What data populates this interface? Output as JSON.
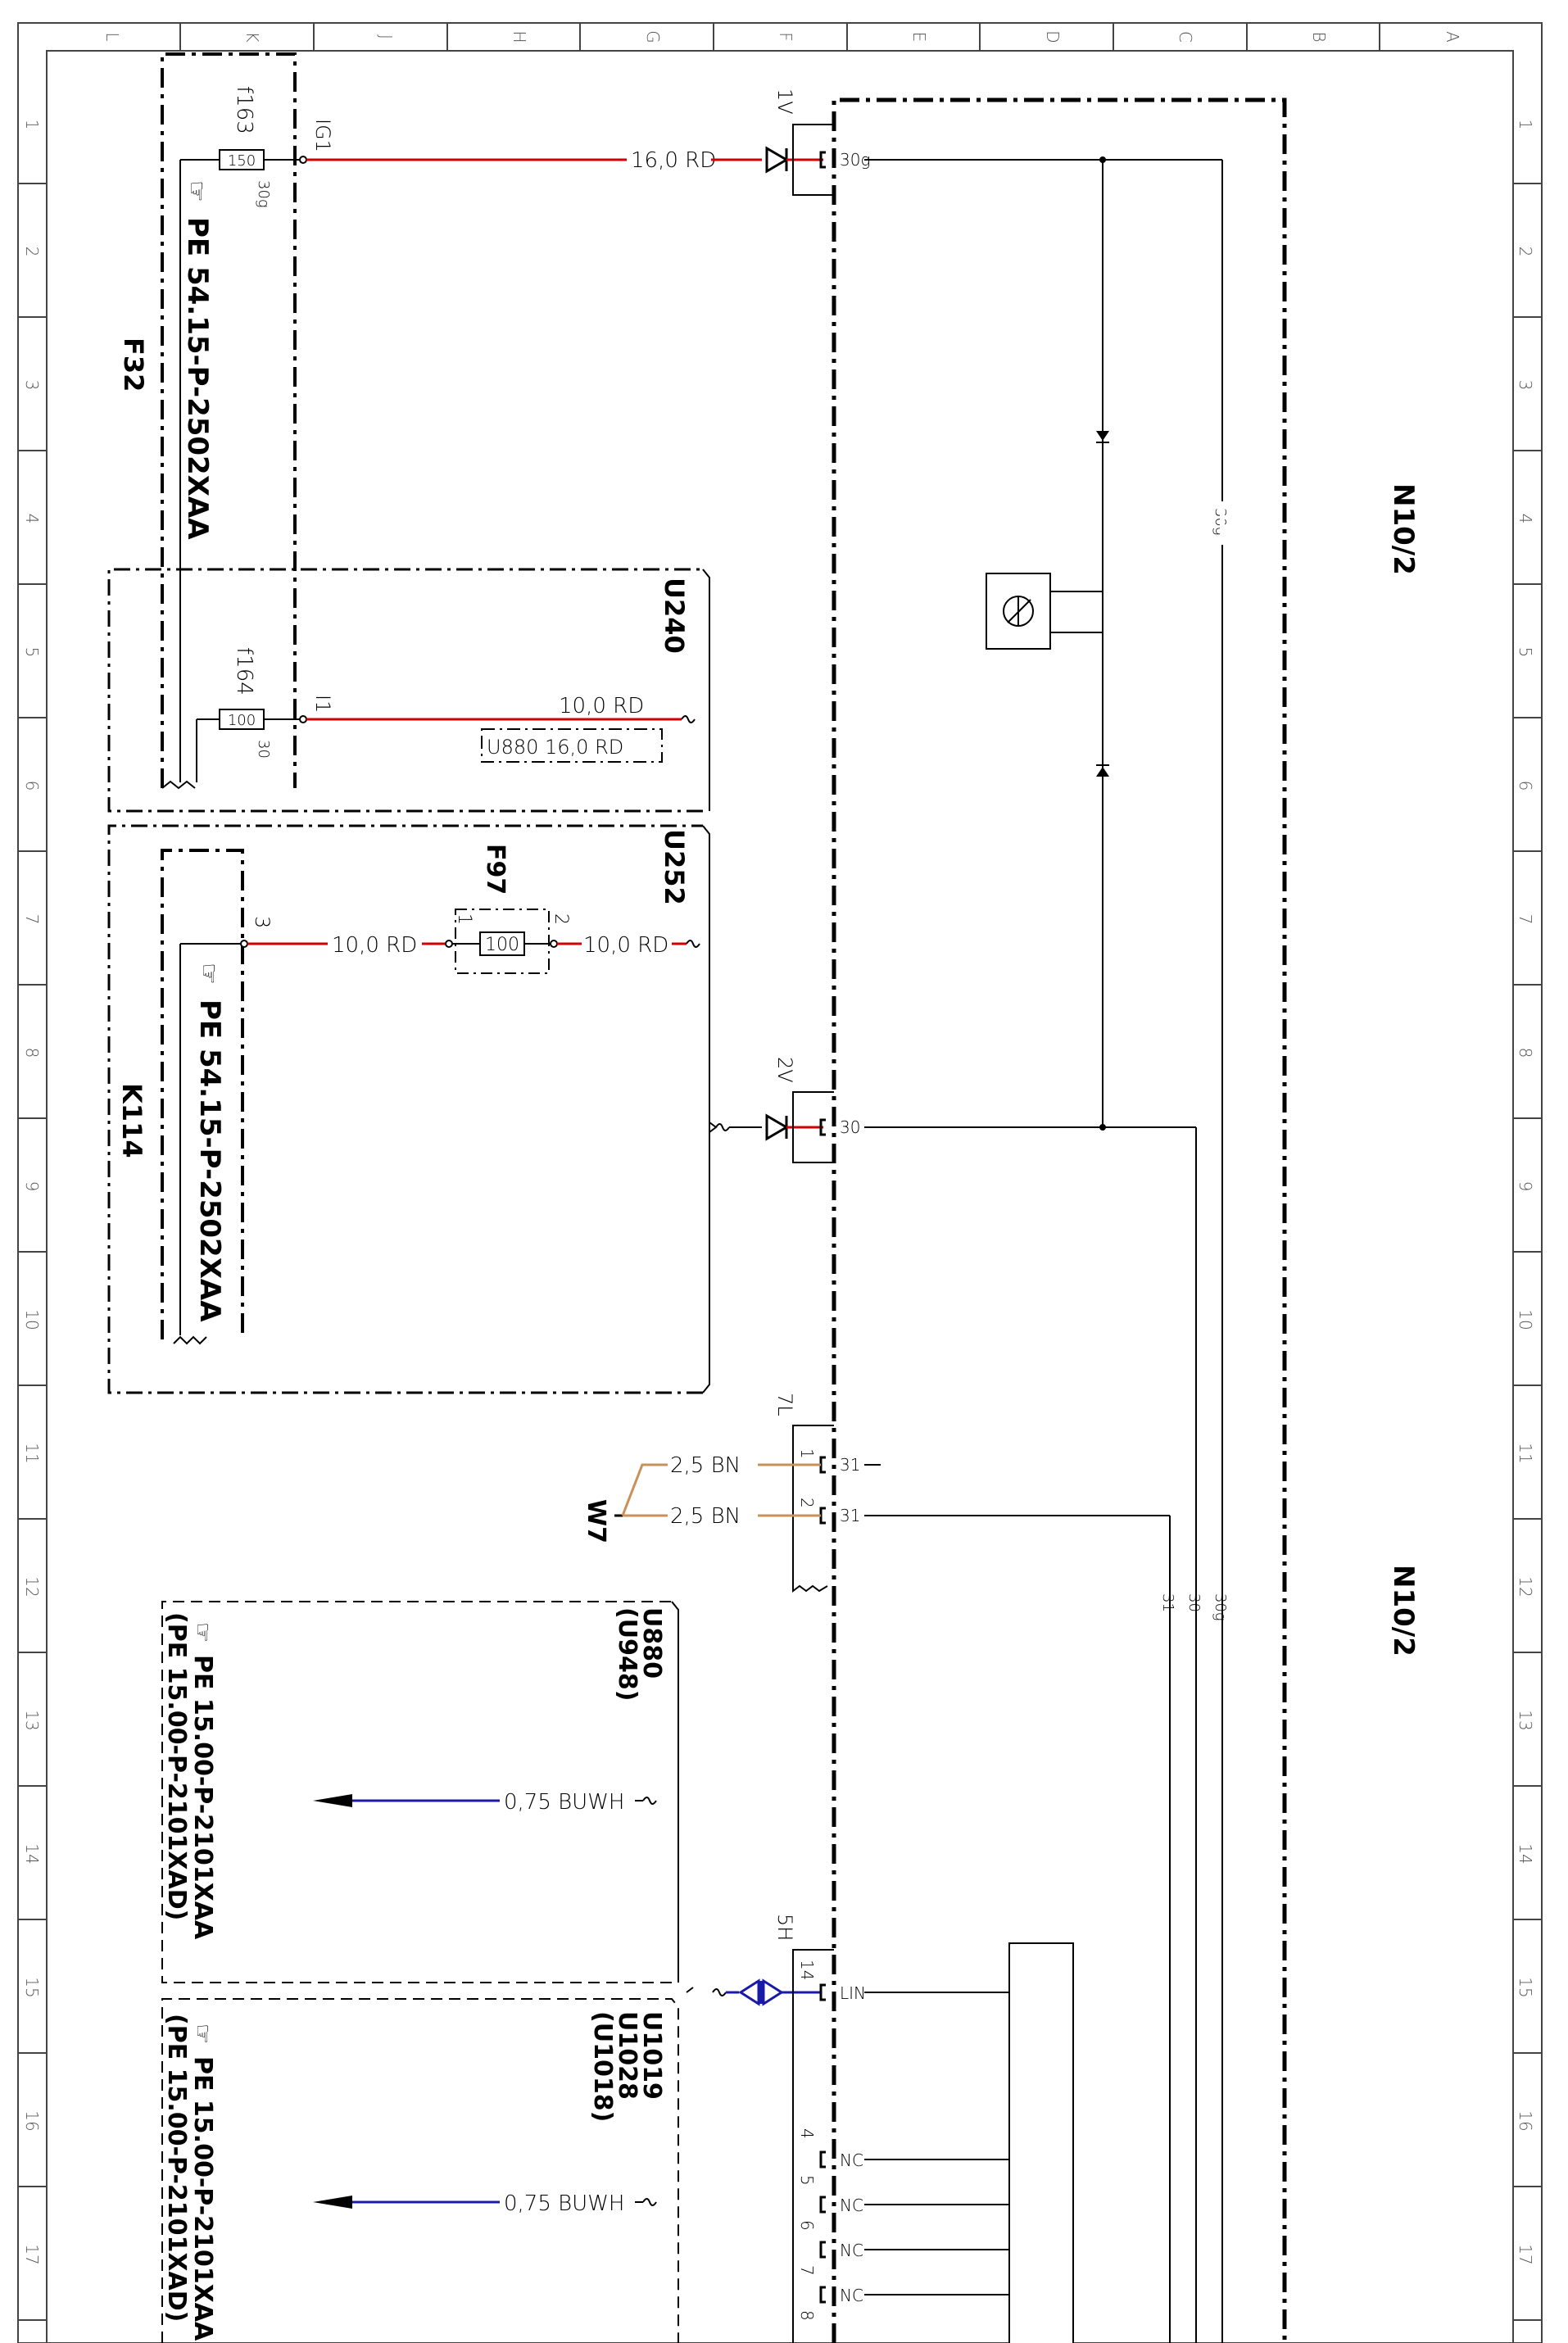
{
  "grid": {
    "col_labels": [
      "L",
      "K",
      "J",
      "H",
      "G",
      "F",
      "E",
      "D",
      "C",
      "B",
      "A"
    ],
    "row_labels": [
      "1",
      "2",
      "3",
      "4",
      "5",
      "6",
      "7",
      "8",
      "9",
      "10",
      "11",
      "12",
      "13",
      "14",
      "15",
      "16",
      "17"
    ]
  },
  "modules": {
    "n10_2_top": "N10/2",
    "n10_2_bottom": "N10/2",
    "f32": "F32",
    "k114": "K114",
    "u240": "U240",
    "u252": "U252",
    "f97": "F97",
    "w7": "W7",
    "u880_box": "U880",
    "u948_box": "(U948)",
    "u1019_box": "U1019",
    "u1028_box": "U1028",
    "u1018_box": "(U1018)"
  },
  "refs": {
    "pe_f32": "PE 54.15-P-2502XAA",
    "pe_k114": "PE 54.15-P-2502XAA",
    "pe_u880_a": "PE 15.00-P-2101XAA",
    "pe_u880_b": "(PE 15.00-P-2101XAD)",
    "pe_u1019_a": "PE 15.00-P-2101XAA",
    "pe_u1019_b": "(PE 15.00-P-2101XAD)"
  },
  "fuses": {
    "f163_label": "f163",
    "f163_value": "150",
    "f163_terminal": "30g",
    "f164_label": "f164",
    "f164_value": "100",
    "f164_terminal": "30",
    "f97_value": "100"
  },
  "pins": {
    "ig1": "IG1",
    "i1": "I1",
    "k114_pin": "3",
    "f97_pin1": "1",
    "f97_pin2": "2",
    "conn_1v": "1V",
    "conn_2v": "2V",
    "conn_7l": "7L",
    "conn_5h": "5H",
    "t30g": "30g",
    "t30": "30",
    "t31a": "31",
    "t31b": "31",
    "pin_1": "1",
    "pin_2": "2",
    "pin_14": "14",
    "lin": "LIN",
    "pin_4": "4",
    "pin_5": "5",
    "pin_6": "6",
    "pin_7": "7",
    "pin_8": "8",
    "nc": "NC",
    "bus_30g_a": "30g",
    "bus_30g_b": "30g",
    "bus_30": "30",
    "bus_31": "31"
  },
  "wires": {
    "w_ig1": "16,0 RD",
    "w_i1": "10,0 RD",
    "w_u880_alt": "U880 16,0 RD",
    "w_k114": "10,0 RD",
    "w_f97_out": "10,0 RD",
    "w_gnd1": "2,5 BN",
    "w_gnd2": "2,5 BN",
    "w_lin1": "0,75 BUWH",
    "w_lin2": "0,75 BUWH"
  },
  "colors": {
    "red_wire": "#d20000",
    "brown_wire": "#c8915a",
    "blue_wire": "#1a1aa8",
    "line": "#000000",
    "frame": "#444444"
  }
}
